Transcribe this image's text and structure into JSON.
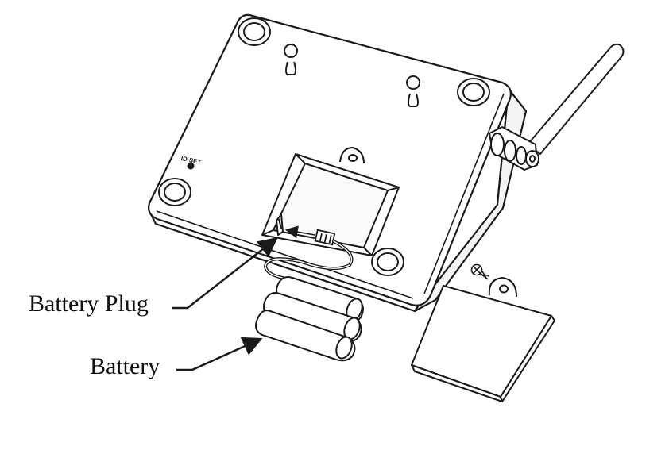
{
  "labels": {
    "battery_plug": "Battery Plug",
    "battery": "Battery",
    "id_set": "ID SET"
  },
  "colors": {
    "line": "#1a1a1a",
    "fill": "#ffffff",
    "shade": "#d8d8d8"
  }
}
